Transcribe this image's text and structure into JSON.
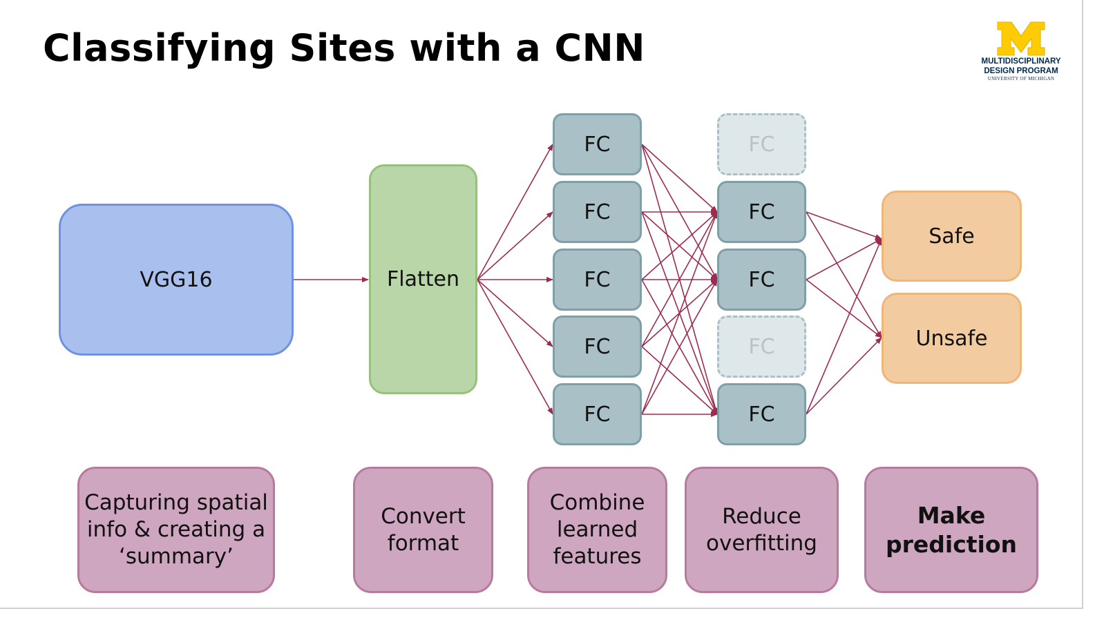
{
  "title": "Classifying Sites with a CNN",
  "logo": {
    "line1": "MULTIDISCIPLINARY",
    "line2": "DESIGN PROGRAM",
    "line3": "UNIVERSITY OF MICHIGAN",
    "colors": {
      "maize": "#ffcb05",
      "blue": "#00274c"
    }
  },
  "diagram": {
    "vgg": "VGG16",
    "flatten": "Flatten",
    "fc_layer1": [
      "FC",
      "FC",
      "FC",
      "FC",
      "FC"
    ],
    "fc_layer2": [
      {
        "label": "FC",
        "dropped": true
      },
      {
        "label": "FC",
        "dropped": false
      },
      {
        "label": "FC",
        "dropped": false
      },
      {
        "label": "FC",
        "dropped": true
      },
      {
        "label": "FC",
        "dropped": false
      }
    ],
    "outputs": [
      "Safe",
      "Unsafe"
    ],
    "arrow_color": "#9e2b4f"
  },
  "captions": [
    {
      "text": "Capturing spatial info & creating a ‘summary’",
      "bold": false
    },
    {
      "text": "Convert format",
      "bold": false
    },
    {
      "text": "Combine learned features",
      "bold": false
    },
    {
      "text": "Reduce overfitting",
      "bold": false
    },
    {
      "text": "Make prediction",
      "bold": true
    }
  ]
}
